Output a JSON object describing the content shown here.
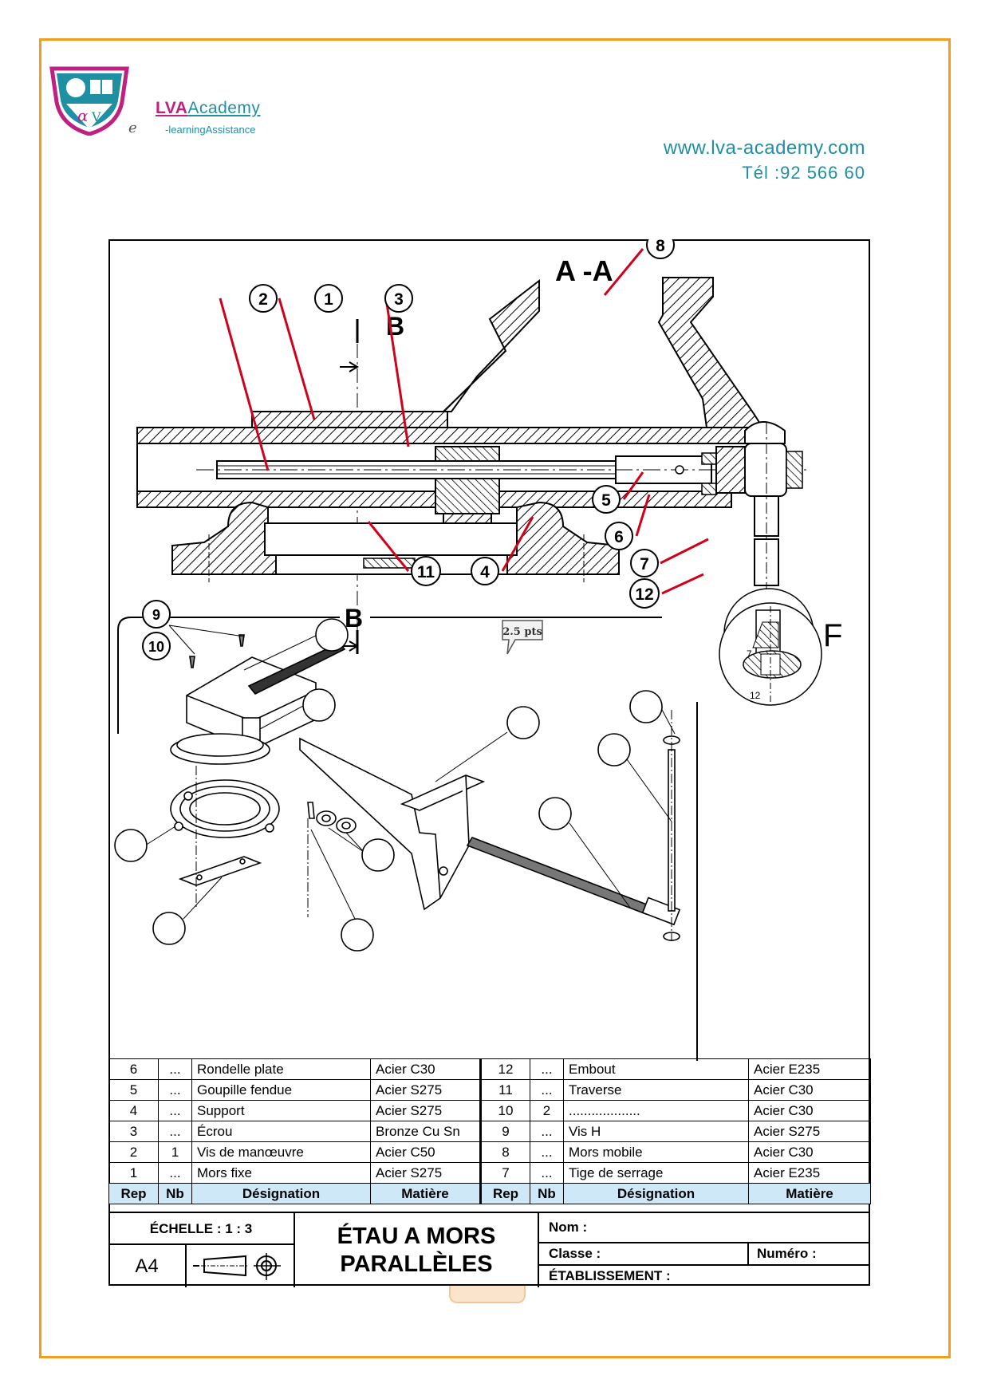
{
  "header": {
    "brand_lva": "LVA",
    "brand_academy": "Academy",
    "brand_e": "e",
    "tagline": "-learningAssistance",
    "website": "www.lva-academy.com",
    "phone": "Tél :92 566 60"
  },
  "drawing": {
    "section_title": "A -A",
    "label_b_top": "B",
    "label_b_bottom": "B",
    "label_f": "F",
    "note_badge": "2.5 pts",
    "detail_labels": [
      "7",
      "12"
    ],
    "callouts": [
      "1",
      "2",
      "3",
      "4",
      "5",
      "6",
      "7",
      "8",
      "9",
      "10",
      "11",
      "12"
    ]
  },
  "nomenclature": {
    "headers": {
      "rep": "Rep",
      "nb": "Nb",
      "designation": "Désignation",
      "matiere": "Matière"
    },
    "left": [
      {
        "rep": "6",
        "nb": "...",
        "designation": "Rondelle plate",
        "matiere": "Acier C30"
      },
      {
        "rep": "5",
        "nb": "...",
        "designation": "Goupille fendue",
        "matiere": "Acier S275"
      },
      {
        "rep": "4",
        "nb": "...",
        "designation": "Support",
        "matiere": "Acier S275"
      },
      {
        "rep": "3",
        "nb": "...",
        "designation": "Écrou",
        "matiere": "Bronze Cu Sn"
      },
      {
        "rep": "2",
        "nb": "1",
        "designation": "Vis de manœuvre",
        "matiere": "Acier C50"
      },
      {
        "rep": "1",
        "nb": "...",
        "designation": "Mors fixe",
        "matiere": "Acier S275"
      }
    ],
    "right": [
      {
        "rep": "12",
        "nb": "...",
        "designation": "Embout",
        "matiere": "Acier E235"
      },
      {
        "rep": "11",
        "nb": "...",
        "designation": "Traverse",
        "matiere": "Acier C30"
      },
      {
        "rep": "10",
        "nb": "2",
        "designation": "...................",
        "matiere": "Acier C30"
      },
      {
        "rep": "9",
        "nb": "...",
        "designation": "Vis H",
        "matiere": "Acier S275"
      },
      {
        "rep": "8",
        "nb": "...",
        "designation": "Mors mobile",
        "matiere": "Acier C30"
      },
      {
        "rep": "7",
        "nb": "...",
        "designation": "Tige de serrage",
        "matiere": "Acier E235"
      }
    ]
  },
  "cartouche": {
    "scale": "ÉCHELLE : 1 : 3",
    "format": "A4",
    "title_line1": "ÉTAU A MORS",
    "title_line2": "PARALLÈLES",
    "nom": "Nom :",
    "classe": "Classe :",
    "numero": "Numéro :",
    "etablissement": "ÉTABLISSEMENT :"
  },
  "colors": {
    "frame": "#f39c1e",
    "brand_pink": "#c0207f",
    "brand_teal": "#1f8fa4",
    "leader_red": "#d0021b",
    "header_blue": "#cfe8f7"
  }
}
